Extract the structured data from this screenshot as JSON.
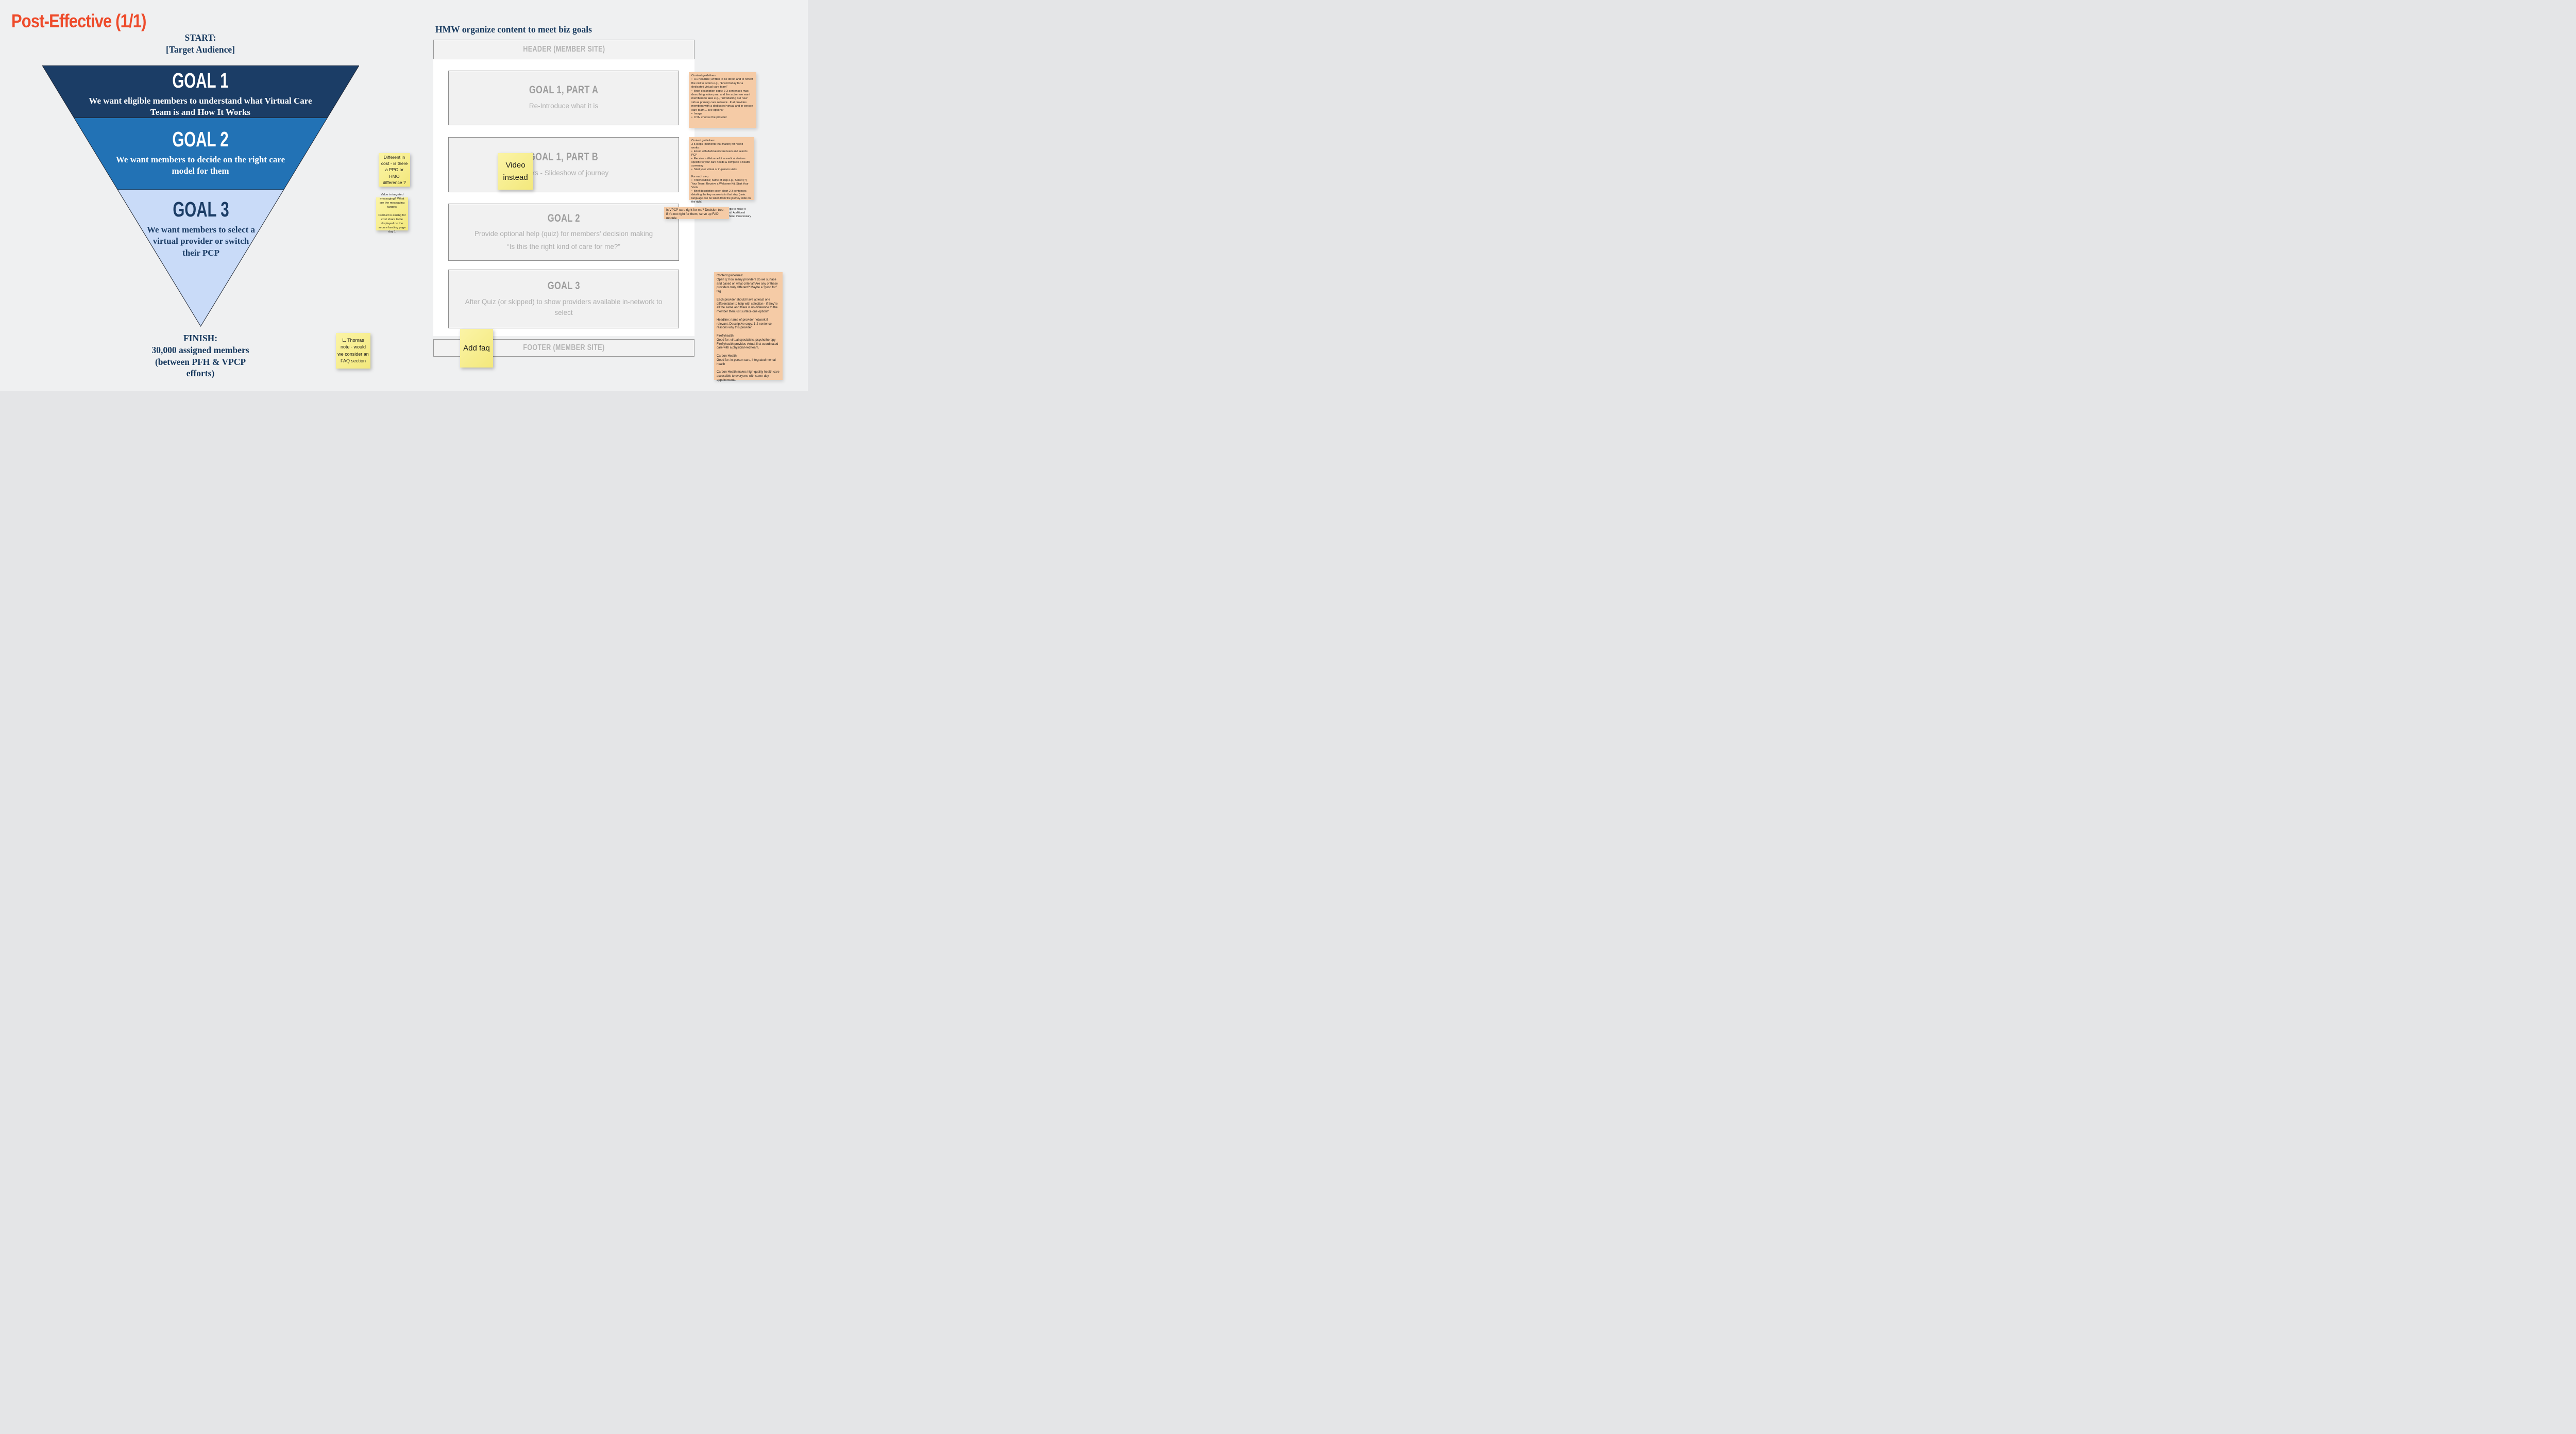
{
  "page": {
    "title": "Post-Effective (1/1)"
  },
  "funnel": {
    "start": "START:\n[Target Audience]",
    "goal1": {
      "heading": "GOAL 1",
      "body": "We want eligible members to understand what Virtual Care Team is and How It Works"
    },
    "goal2": {
      "heading": "GOAL 2",
      "body": "We want members to decide on the right care model for them"
    },
    "goal3": {
      "heading": "GOAL 3",
      "body": "We want members to select a virtual provider or switch their PCP"
    },
    "finish": "FINISH:\n30,000 assigned members (between PFH & VPCP efforts)"
  },
  "wireframe": {
    "title": "HMW organize content to meet biz goals",
    "header_label": "HEADER (MEMBER SITE)",
    "footer_label": "FOOTER (MEMBER SITE)",
    "sections": [
      {
        "heading": "GOAL 1, PART A",
        "subtitle": "Re-Introduce what it is"
      },
      {
        "heading": "GOAL 1, PART B",
        "subtitle": "Works - Slideshow of journey"
      },
      {
        "heading": "GOAL 2",
        "subtitle": "Provide optional help (quiz) for members' decision making",
        "quote": "“Is this the right kind of care for me?”"
      },
      {
        "heading": "GOAL 3",
        "subtitle": "After Quiz (or skipped) to show providers available in-network to select"
      }
    ]
  },
  "sticky_notes": {
    "video_instead": "Video instead",
    "add_faq": "Add faq",
    "different_cost": "Different in cost - is there a PPO or HMO difference ?",
    "targeted_messaging": "Value in targeted messaging? What are the messaging targets\n\nProduct is asking for cost share to be displayed on the secure landing page day 1",
    "faq_section": "L. Thomas note - would we consider an FAQ section"
  },
  "guideline_notes": {
    "goal1_part_a": "Content guidelines:\n•  H1 headline; written to be direct and to reflect the call to action e.g., \"Enroll today for a dedicated virtual care team\"\n•  Brief description copy; 2-3 sentences max describing value prop and the action we want members to take e.g., \"Introducing our new virtual primary care network...that provides members with a dedicated virtual and in-person care team... see options\"\n•  Image\n•  CTA  choose the provider",
    "goal1_part_b": "Content guidelines:\n3-5 steps (moments that matter) for how it works:\n•  Enroll with dedicated care team and selects PCP\n•  Receive a Welcome kit w medical devices specific to your care needs & complete a health screening\n•  Start your virtual or in-person visits\n\nFor each step:\n•  Title/headline; name of step e.g., Select (?) Your Team, Receive a Welcome Kit, Start Your Visits\n•  Brief description copy; short 2-3 sentences detailing the key moments in that step (note: language can be taken from the journey slide on the right)\n\nPreferences is for just three steps to make it easy to follow and to understand. Additional details can be explained elsewhere, if necessary",
    "goal2_decision": "Is VPCP care right for me? Decision tree - if it's not right for them, serve up FAD module",
    "goal3_providers": "Content guidelines:\nOpen q: how many providers do we surface and based on what criteria? Are any of these providers truly different? Maybe a \"good for\" tag\n\nEach provider should have at least one differentiator to help with selection - if they're all the same and there is no difference to the member then just surface one option?\n\nHeadline: name of provider network if relevant, Descriptive copy: 1-2 sentence reasons why this provider\n\nFireflyhealth\nGood for: virtual specialists, psychotherapy\nFireflyhealth provides virtual-first coordinated care with a physician-led team.\n\nCarbon Health\nGood for: in-person care, integrated mental health\n\nCarbon Health makes high-quality health care accessible to everyone with same-day appointments."
  },
  "colors": {
    "title_red": "#EE4B2B",
    "navy": "#17395E",
    "funnel_band1": "#1B3D66",
    "funnel_band2": "#2272B5",
    "funnel_band3": "#C9DBF8",
    "sticky_yellow": "#F4E97E",
    "note_orange": "#F5CBA6",
    "box_gray": "#F1F1F1",
    "label_gray": "#9C9C9C"
  }
}
